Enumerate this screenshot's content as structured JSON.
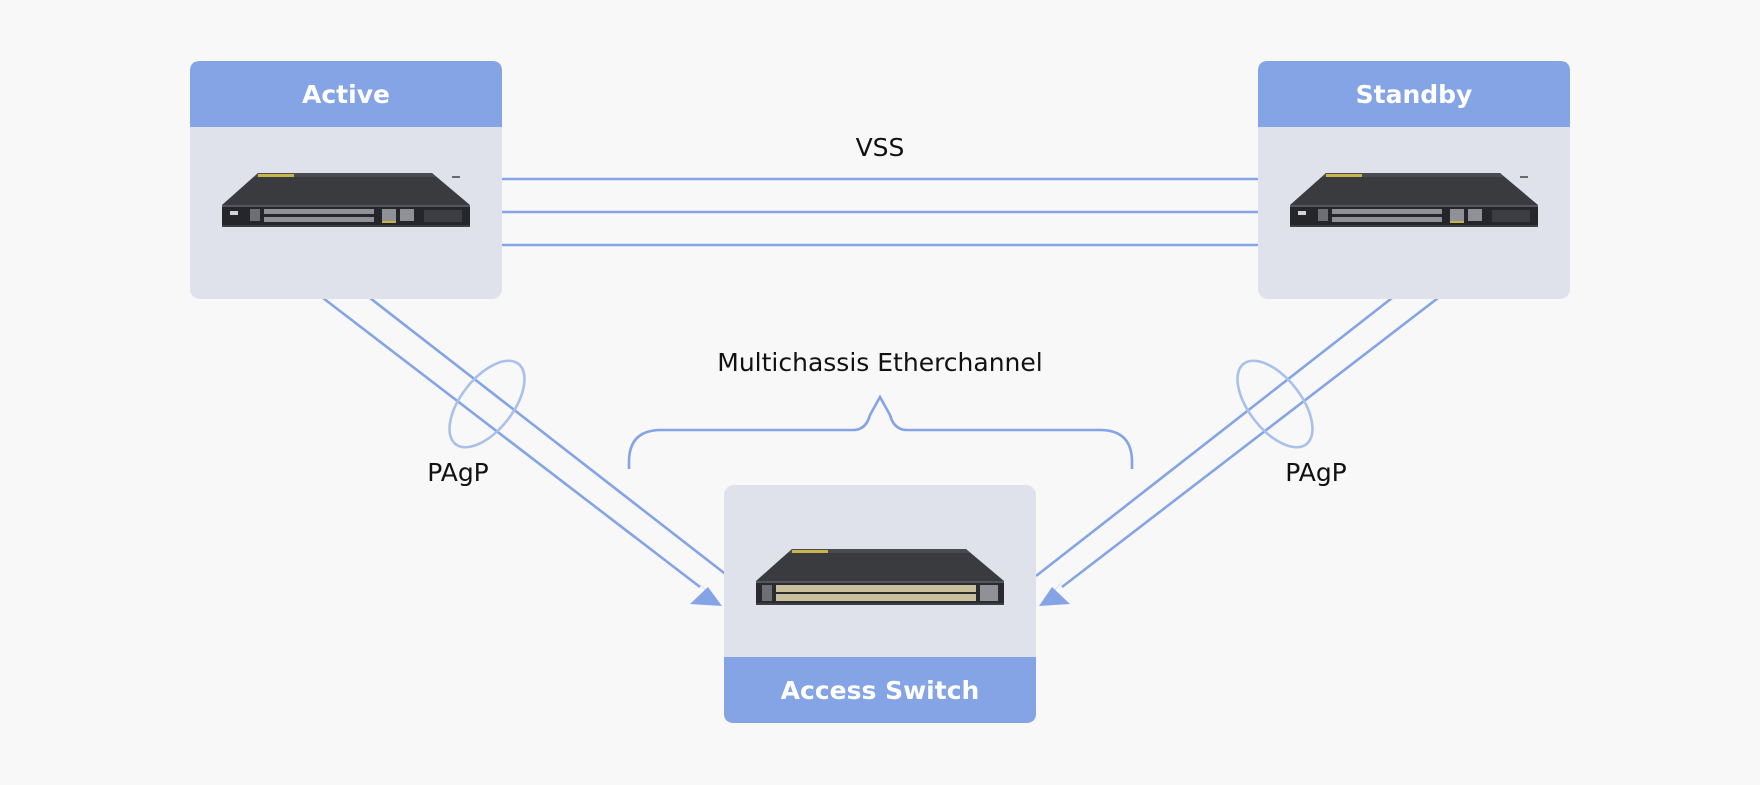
{
  "colors": {
    "background": "#f8f8f8",
    "header": "#84a4e6",
    "card": "#dfe2ea",
    "link": "#84a4e6",
    "bundle_ring": "#a9c0ea",
    "label_text": "#111111"
  },
  "nodes": {
    "active": {
      "title": "Active",
      "icon": "core-switch-icon"
    },
    "standby": {
      "title": "Standby",
      "icon": "core-switch-icon"
    },
    "access": {
      "title": "Access Switch",
      "icon": "access-switch-icon"
    }
  },
  "links": {
    "vss": {
      "label": "VSS",
      "count": 3
    },
    "mec": {
      "label": "Multichassis Etherchannel"
    },
    "pagp_left": {
      "label": "PAgP"
    },
    "pagp_right": {
      "label": "PAgP"
    }
  }
}
